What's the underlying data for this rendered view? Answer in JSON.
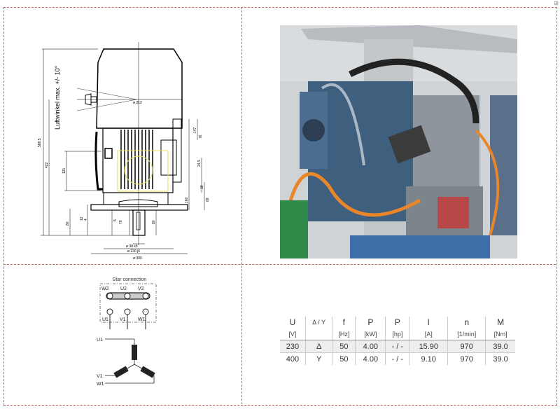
{
  "drawing": {
    "annotation": "Luftwinkel max. +/- 10°",
    "dims": {
      "total_height": "588.5",
      "height_422": "422",
      "dia_212": "ø 212",
      "d121": "121",
      "d160": "160",
      "d80a": "80",
      "d80b": "80",
      "d70": "70",
      "d5": "5",
      "d12": "12",
      "d4": "4",
      "d147": "147",
      "d76": "76",
      "d245": "24,5",
      "d38": "38",
      "d69": "69",
      "dia_38k6": "ø 38 k6",
      "dia_230j6": "ø 230 j6",
      "dia_300": "ø 300"
    }
  },
  "wiring": {
    "title": "Star connection",
    "top_terminals": [
      "W2",
      "U2",
      "V2"
    ],
    "bottom_terminals": [
      "U1",
      "V1",
      "W1"
    ],
    "star_labels": [
      "U1",
      "V1",
      "W1"
    ]
  },
  "specs": {
    "headers": [
      "U",
      "Δ / Y",
      "f",
      "P",
      "P",
      "I",
      "n",
      "M"
    ],
    "units": [
      "[V]",
      "",
      "[Hz]",
      "[kW]",
      "[hp]",
      "[A]",
      "[1/min]",
      "[Nm]"
    ],
    "rows": [
      [
        "230",
        "Δ",
        "50",
        "4.00",
        "- / -",
        "15.90",
        "970",
        "39.0"
      ],
      [
        "400",
        "Y",
        "50",
        "4.00",
        "- / -",
        "9.10",
        "970",
        "39.0"
      ]
    ]
  },
  "colors": {
    "border": "#c9635a",
    "highlight": "#f0ee70",
    "cable": "#e8862a",
    "drive": "#3f5f7f"
  }
}
